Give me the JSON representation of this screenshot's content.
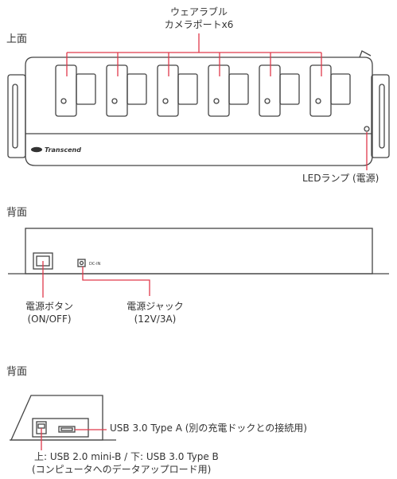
{
  "top_view": {
    "section_title": "上面",
    "camera_ports_label_line1": "ウェアラブル",
    "camera_ports_label_line2": "カメラポートx6",
    "brand_logo_text": "Transcend",
    "led_label": "LEDランプ (電源)"
  },
  "back_view": {
    "section_title": "背面",
    "dc_in_text": "DC-IN",
    "power_button_label_line1": "電源ボタン",
    "power_button_label_line2": "(ON/OFF)",
    "power_jack_label_line1": "電源ジャック",
    "power_jack_label_line2": "(12V/3A)"
  },
  "side_view": {
    "section_title": "背面",
    "usb_a_label": "USB 3.0 Type A (別の充電ドックとの接続用)",
    "usb_b_label_line1": "上: USB 2.0 mini-B / 下: USB 3.0 Type B",
    "usb_b_label_line2": "(コンピュータへのデータアップロード用)"
  },
  "colors": {
    "line": "#444444",
    "callout": "#e0394a",
    "text": "#333333"
  }
}
